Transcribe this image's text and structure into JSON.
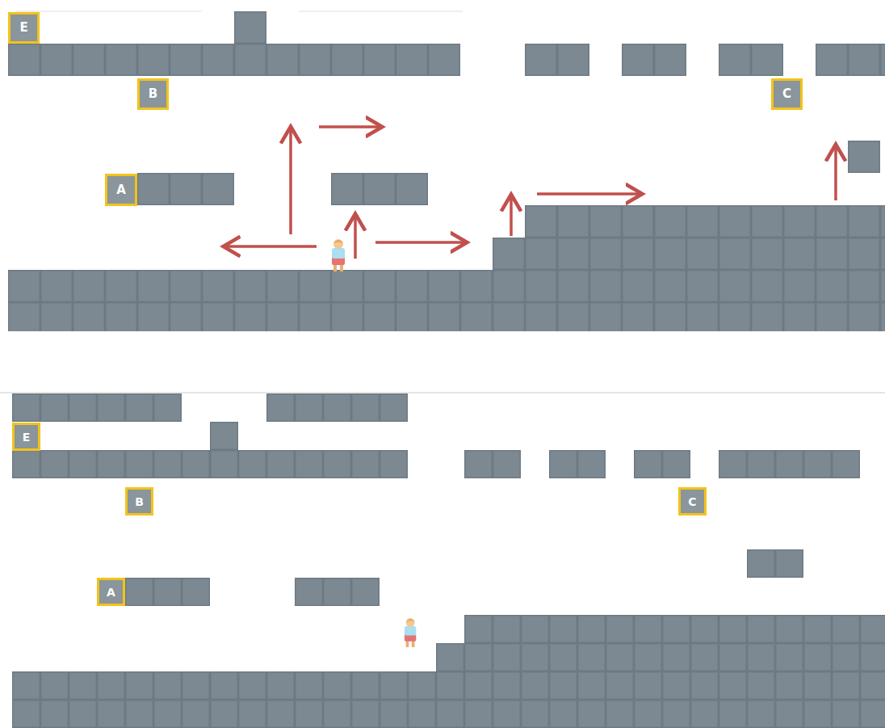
{
  "diagram": {
    "nodes": [
      {
        "text": [
          "E"
        ]
      },
      {
        "text": [
          "B"
        ]
      },
      {
        "text": [
          "C"
        ]
      },
      {
        "text": [
          "A"
        ]
      },
      {
        "text": [
          "E"
        ]
      },
      {
        "text": [
          "B"
        ]
      },
      {
        "text": [
          "C"
        ]
      },
      {
        "text": [
          "A"
        ]
      }
    ]
  }
}
